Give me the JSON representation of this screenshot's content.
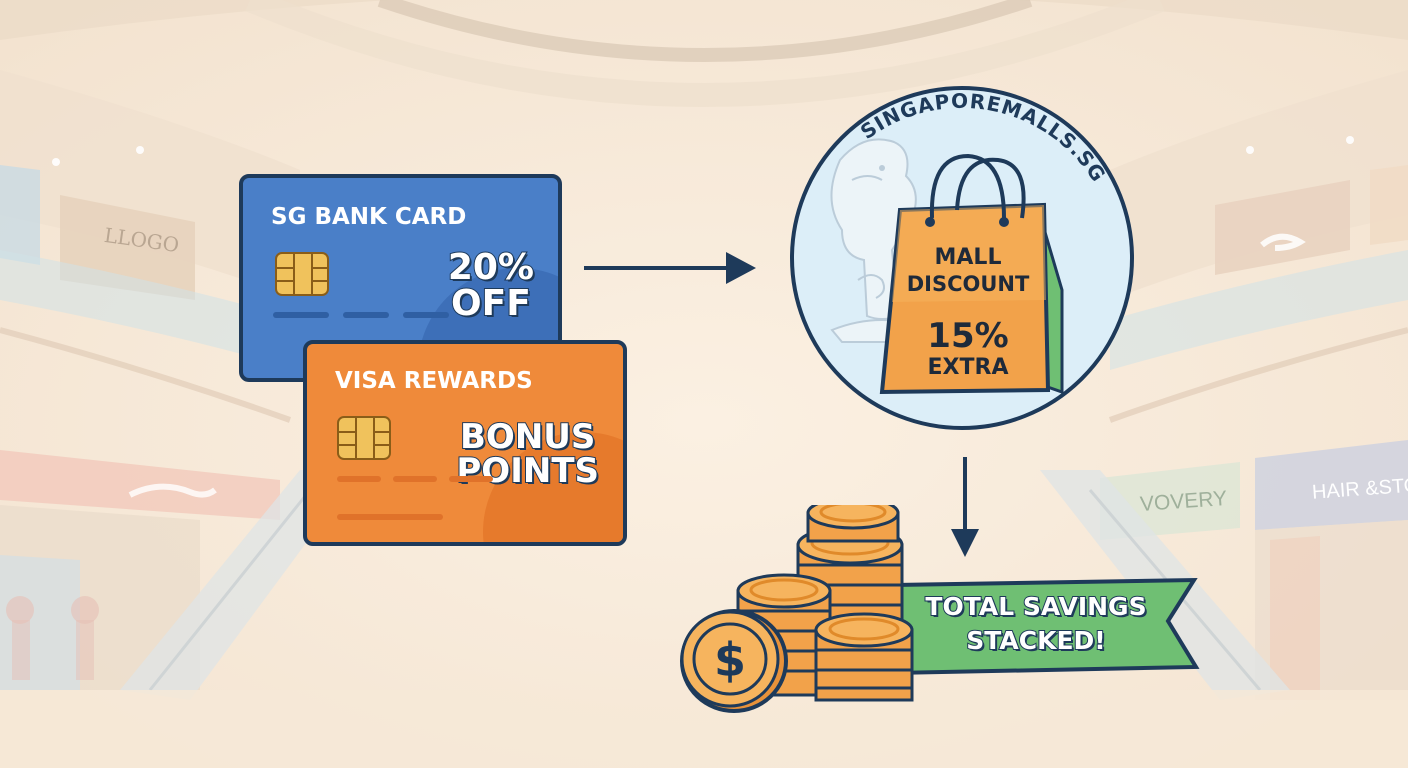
{
  "cards": [
    {
      "title": "SG BANK CARD",
      "offer_line1": "20%",
      "offer_line2": "OFF",
      "color": "#4a7fc8",
      "icon": "chip-icon"
    },
    {
      "title": "VISA REWARDS",
      "offer_line1": "BONUS",
      "offer_line2": "POINTS",
      "color": "#ef8a3a",
      "icon": "chip-icon"
    }
  ],
  "mall_badge": {
    "url_text": "SINGAPOREMALLS.SG",
    "icon": "merlion-icon",
    "bag_icon": "shopping-bag-icon",
    "bag_line1": "MALL",
    "bag_line2": "DISCOUNT",
    "bag_percent": "15%",
    "bag_line3": "EXTRA",
    "bag_color": "#f2a24a"
  },
  "savings": {
    "banner_line1": "TOTAL SAVINGS",
    "banner_line2": "STACKED!",
    "banner_color": "#6fbf73",
    "coin_symbol": "$",
    "icon": "coin-stack-icon"
  },
  "background_signs": {
    "left_upper": "LLOGO",
    "right_lower_1": "VOVERY",
    "right_lower_2": "HAIR &STO"
  },
  "colors": {
    "outline": "#1e3a5a",
    "background": "#f7ebdc",
    "circle_fill": "#dceef8"
  }
}
